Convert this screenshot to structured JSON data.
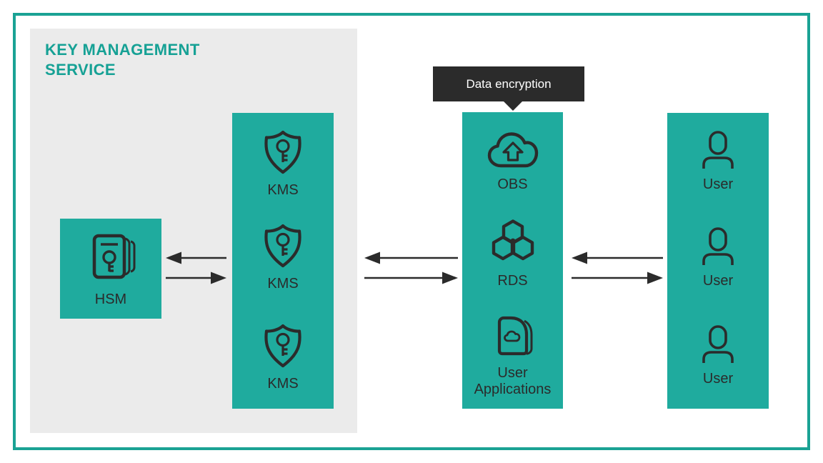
{
  "diagram_title": "KEY MANAGEMENT SERVICE",
  "kms_panel": {
    "title": "KEY MANAGEMENT SERVICE"
  },
  "hsm": {
    "label": "HSM",
    "icon": "hsm-card-key-icon"
  },
  "kms_nodes": [
    {
      "label": "KMS",
      "icon": "shield-key-icon"
    },
    {
      "label": "KMS",
      "icon": "shield-key-icon"
    },
    {
      "label": "KMS",
      "icon": "shield-key-icon"
    }
  ],
  "callout": {
    "label": "Data encryption"
  },
  "service_nodes": [
    {
      "label": "OBS",
      "icon": "cloud-upload-icon"
    },
    {
      "label": "RDS",
      "icon": "hexagon-cluster-icon"
    },
    {
      "label": "User Applications",
      "icon": "document-cloud-icon"
    }
  ],
  "user_nodes": [
    {
      "label": "User",
      "icon": "person-icon"
    },
    {
      "label": "User",
      "icon": "person-icon"
    },
    {
      "label": "User",
      "icon": "person-icon"
    }
  ],
  "arrows": [
    {
      "between": "HSM and KMS",
      "directions": [
        "left",
        "right"
      ]
    },
    {
      "between": "KMS and services",
      "directions": [
        "left",
        "right"
      ]
    },
    {
      "between": "services and users",
      "directions": [
        "left",
        "right"
      ]
    }
  ],
  "colors": {
    "teal_fill": "#1fab9e",
    "frame_border": "#1aa294",
    "panel_gray": "#ebebeb",
    "dark": "#2b2b2b",
    "title_teal": "#16a195",
    "callout_text": "#ffffff"
  }
}
